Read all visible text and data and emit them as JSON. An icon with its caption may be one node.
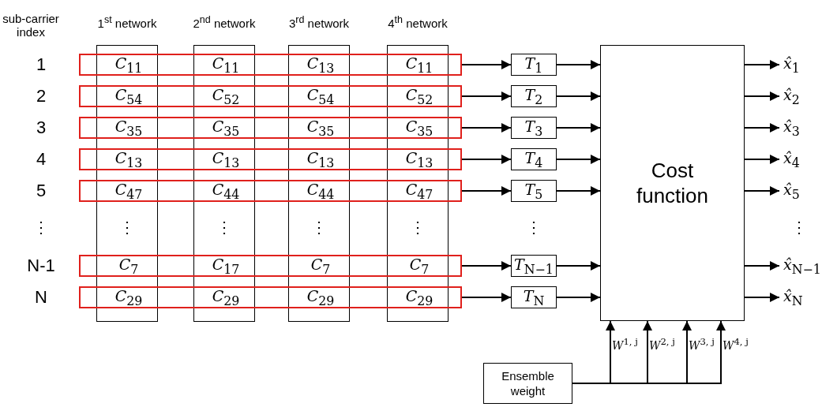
{
  "diagram": {
    "nodes": [
      {
        "text": [
          "1$^{st}$ network"
        ]
      },
      {
        "text": [
          "2$^{nd}$ network"
        ]
      },
      {
        "text": [
          "3$^{rd}$ network"
        ]
      },
      {
        "text": [
          "4$^{th}$ network"
        ]
      },
      {
        "text": [
          "*C*$_{11}$",
          "*C*$_{11}$",
          "*C*$_{13}$",
          "*C*$_{11}$"
        ]
      },
      {
        "text": [
          "*C*$_{54}$",
          "*C*$_{52}$",
          "*C*$_{54}$",
          "*C*$_{52}$"
        ]
      },
      {
        "text": [
          "*C*$_{35}$",
          "*C*$_{35}$",
          "*C*$_{35}$",
          "*C*$_{35}$"
        ]
      },
      {
        "text": [
          "*C*$_{13}$",
          "*C*$_{13}$",
          "*C*$_{13}$",
          "*C*$_{13}$"
        ]
      },
      {
        "text": [
          "*C*$_{47}$",
          "*C*$_{44}$",
          "*C*$_{44}$",
          "*C*$_{47}$"
        ]
      },
      {
        "text": [
          "*C*$_{7}$",
          "*C*$_{17}$",
          "*C*$_{7}$",
          "*C*$_{7}$"
        ]
      },
      {
        "text": [
          "*C*$_{29}$",
          "*C*$_{29}$",
          "*C*$_{29}$",
          "*C*$_{29}$"
        ]
      },
      {
        "text": [
          "*T*$_{1}$"
        ]
      },
      {
        "text": [
          "*T*$_{2}$"
        ]
      },
      {
        "text": [
          "*T*$_{3}$"
        ]
      },
      {
        "text": [
          "*T*$_{4}$"
        ]
      },
      {
        "text": [
          "*T*$_{5}$"
        ]
      },
      {
        "text": [
          "*T*$_{N−1}$"
        ]
      },
      {
        "text": [
          "*T*$_{N}$"
        ]
      },
      {
        "text": [
          "Cost function"
        ]
      },
      {
        "text": [
          "*x̂*$_{1}$"
        ]
      },
      {
        "text": [
          "*x̂*$_{2}$"
        ]
      },
      {
        "text": [
          "*x̂*$_{3}$"
        ]
      },
      {
        "text": [
          "*x̂*$_{4}$"
        ]
      },
      {
        "text": [
          "*x̂*$_{5}$"
        ]
      },
      {
        "text": [
          "*x̂*$_{N−1}$"
        ]
      },
      {
        "text": [
          "*x̂*$_{N}$"
        ]
      },
      {
        "text": [
          "Ensemble weight"
        ]
      }
    ],
    "edges": [
      {
        "from": 4,
        "to": 11,
        "arrow": "to"
      },
      {
        "from": 5,
        "to": 12,
        "arrow": "to"
      },
      {
        "from": 6,
        "to": 13,
        "arrow": "to"
      },
      {
        "from": 7,
        "to": 14,
        "arrow": "to"
      },
      {
        "from": 8,
        "to": 15,
        "arrow": "to"
      },
      {
        "from": 9,
        "to": 16,
        "arrow": "to"
      },
      {
        "from": 10,
        "to": 17,
        "arrow": "to"
      },
      {
        "from": 11,
        "to": 18,
        "arrow": "to"
      },
      {
        "from": 12,
        "to": 18,
        "arrow": "to"
      },
      {
        "from": 13,
        "to": 18,
        "arrow": "to"
      },
      {
        "from": 14,
        "to": 18,
        "arrow": "to"
      },
      {
        "from": 15,
        "to": 18,
        "arrow": "to"
      },
      {
        "from": 16,
        "to": 18,
        "arrow": "to"
      },
      {
        "from": 17,
        "to": 18,
        "arrow": "to"
      },
      {
        "from": 18,
        "to": 19,
        "arrow": "to"
      },
      {
        "from": 18,
        "to": 20,
        "arrow": "to"
      },
      {
        "from": 18,
        "to": 21,
        "arrow": "to"
      },
      {
        "from": 18,
        "to": 22,
        "arrow": "to"
      },
      {
        "from": 18,
        "to": 23,
        "arrow": "to"
      },
      {
        "from": 18,
        "to": 24,
        "arrow": "to"
      },
      {
        "from": 18,
        "to": 25,
        "arrow": "to"
      },
      {
        "from": 26,
        "to": 18,
        "arrow": "to",
        "label": "*W*$^{1, j}$"
      },
      {
        "from": 26,
        "to": 18,
        "arrow": "to",
        "label": "*W*$^{2, j}$"
      },
      {
        "from": 26,
        "to": 18,
        "arrow": "to",
        "label": "*W*$^{3, j}$"
      },
      {
        "from": 26,
        "to": 18,
        "arrow": "to",
        "label": "*W*$^{4, j}$"
      }
    ],
    "labels": [
      "sub-carrier index",
      "1",
      "2",
      "3",
      "4",
      "5",
      "⋮",
      "⋮",
      "⋮",
      "⋮",
      "⋮",
      "⋮",
      "⋮",
      "N-1",
      "N"
    ]
  }
}
